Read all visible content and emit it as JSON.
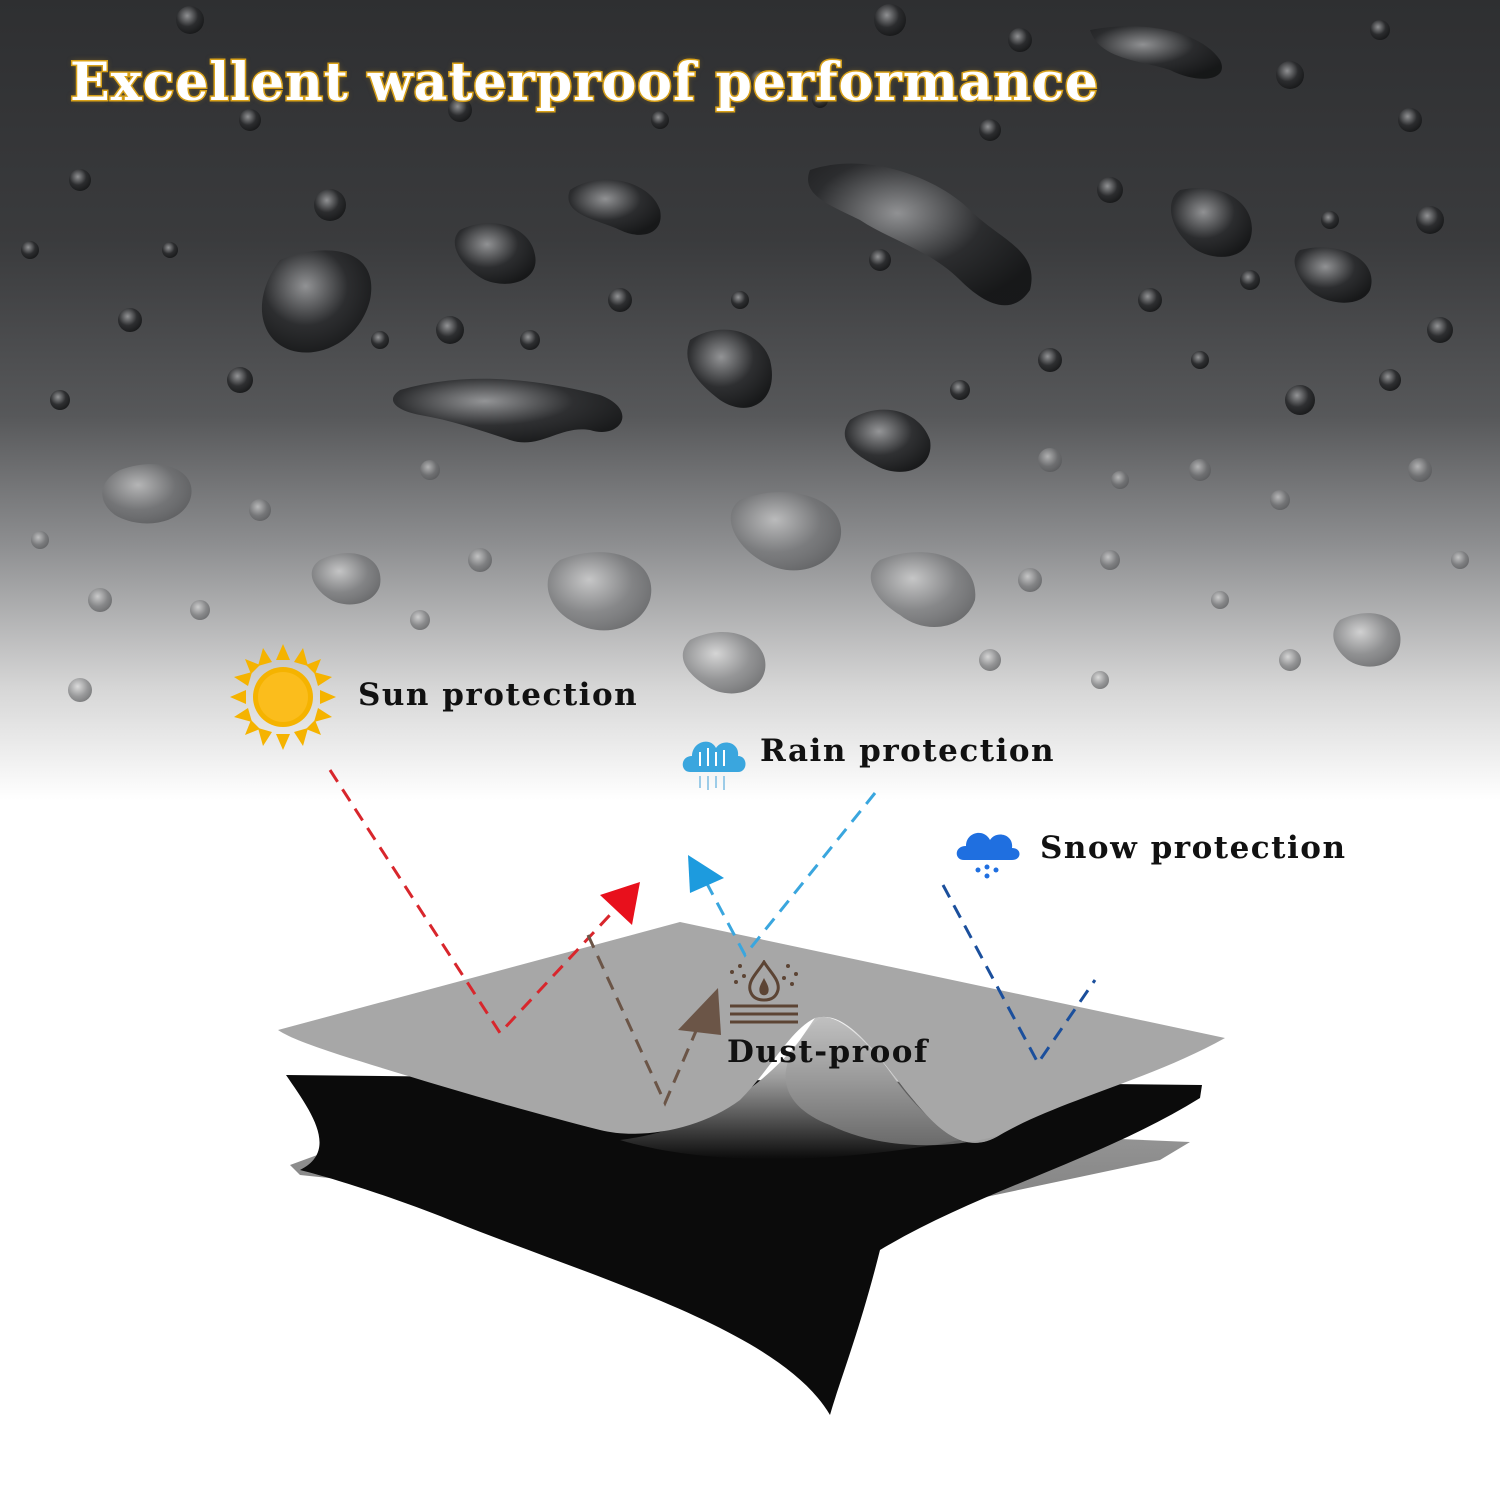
{
  "headline": "Excellent waterproof performance",
  "features": {
    "sun": {
      "label": "Sun protection",
      "icon": "sun-icon",
      "color": "#f5b300",
      "arrow_color": "#d8262c"
    },
    "rain": {
      "label": "Rain protection",
      "icon": "rain-cloud-icon",
      "color": "#3aa6de",
      "arrow_color": "#3aa6de"
    },
    "snow": {
      "label": "Snow protection",
      "icon": "snow-cloud-icon",
      "color": "#1f6fe0",
      "arrow_color": "#1b4f9c"
    },
    "dust": {
      "label": "Dust-proof",
      "icon": "dust-proof-icon",
      "color": "#5c4434",
      "arrow_color": "#6b5547"
    }
  },
  "colors": {
    "headline_outline": "#d9a21a",
    "top_layer": "#a7a7a7",
    "middle_layer": "#0b0b0b",
    "bottom_layer": "#8e8e8e"
  }
}
